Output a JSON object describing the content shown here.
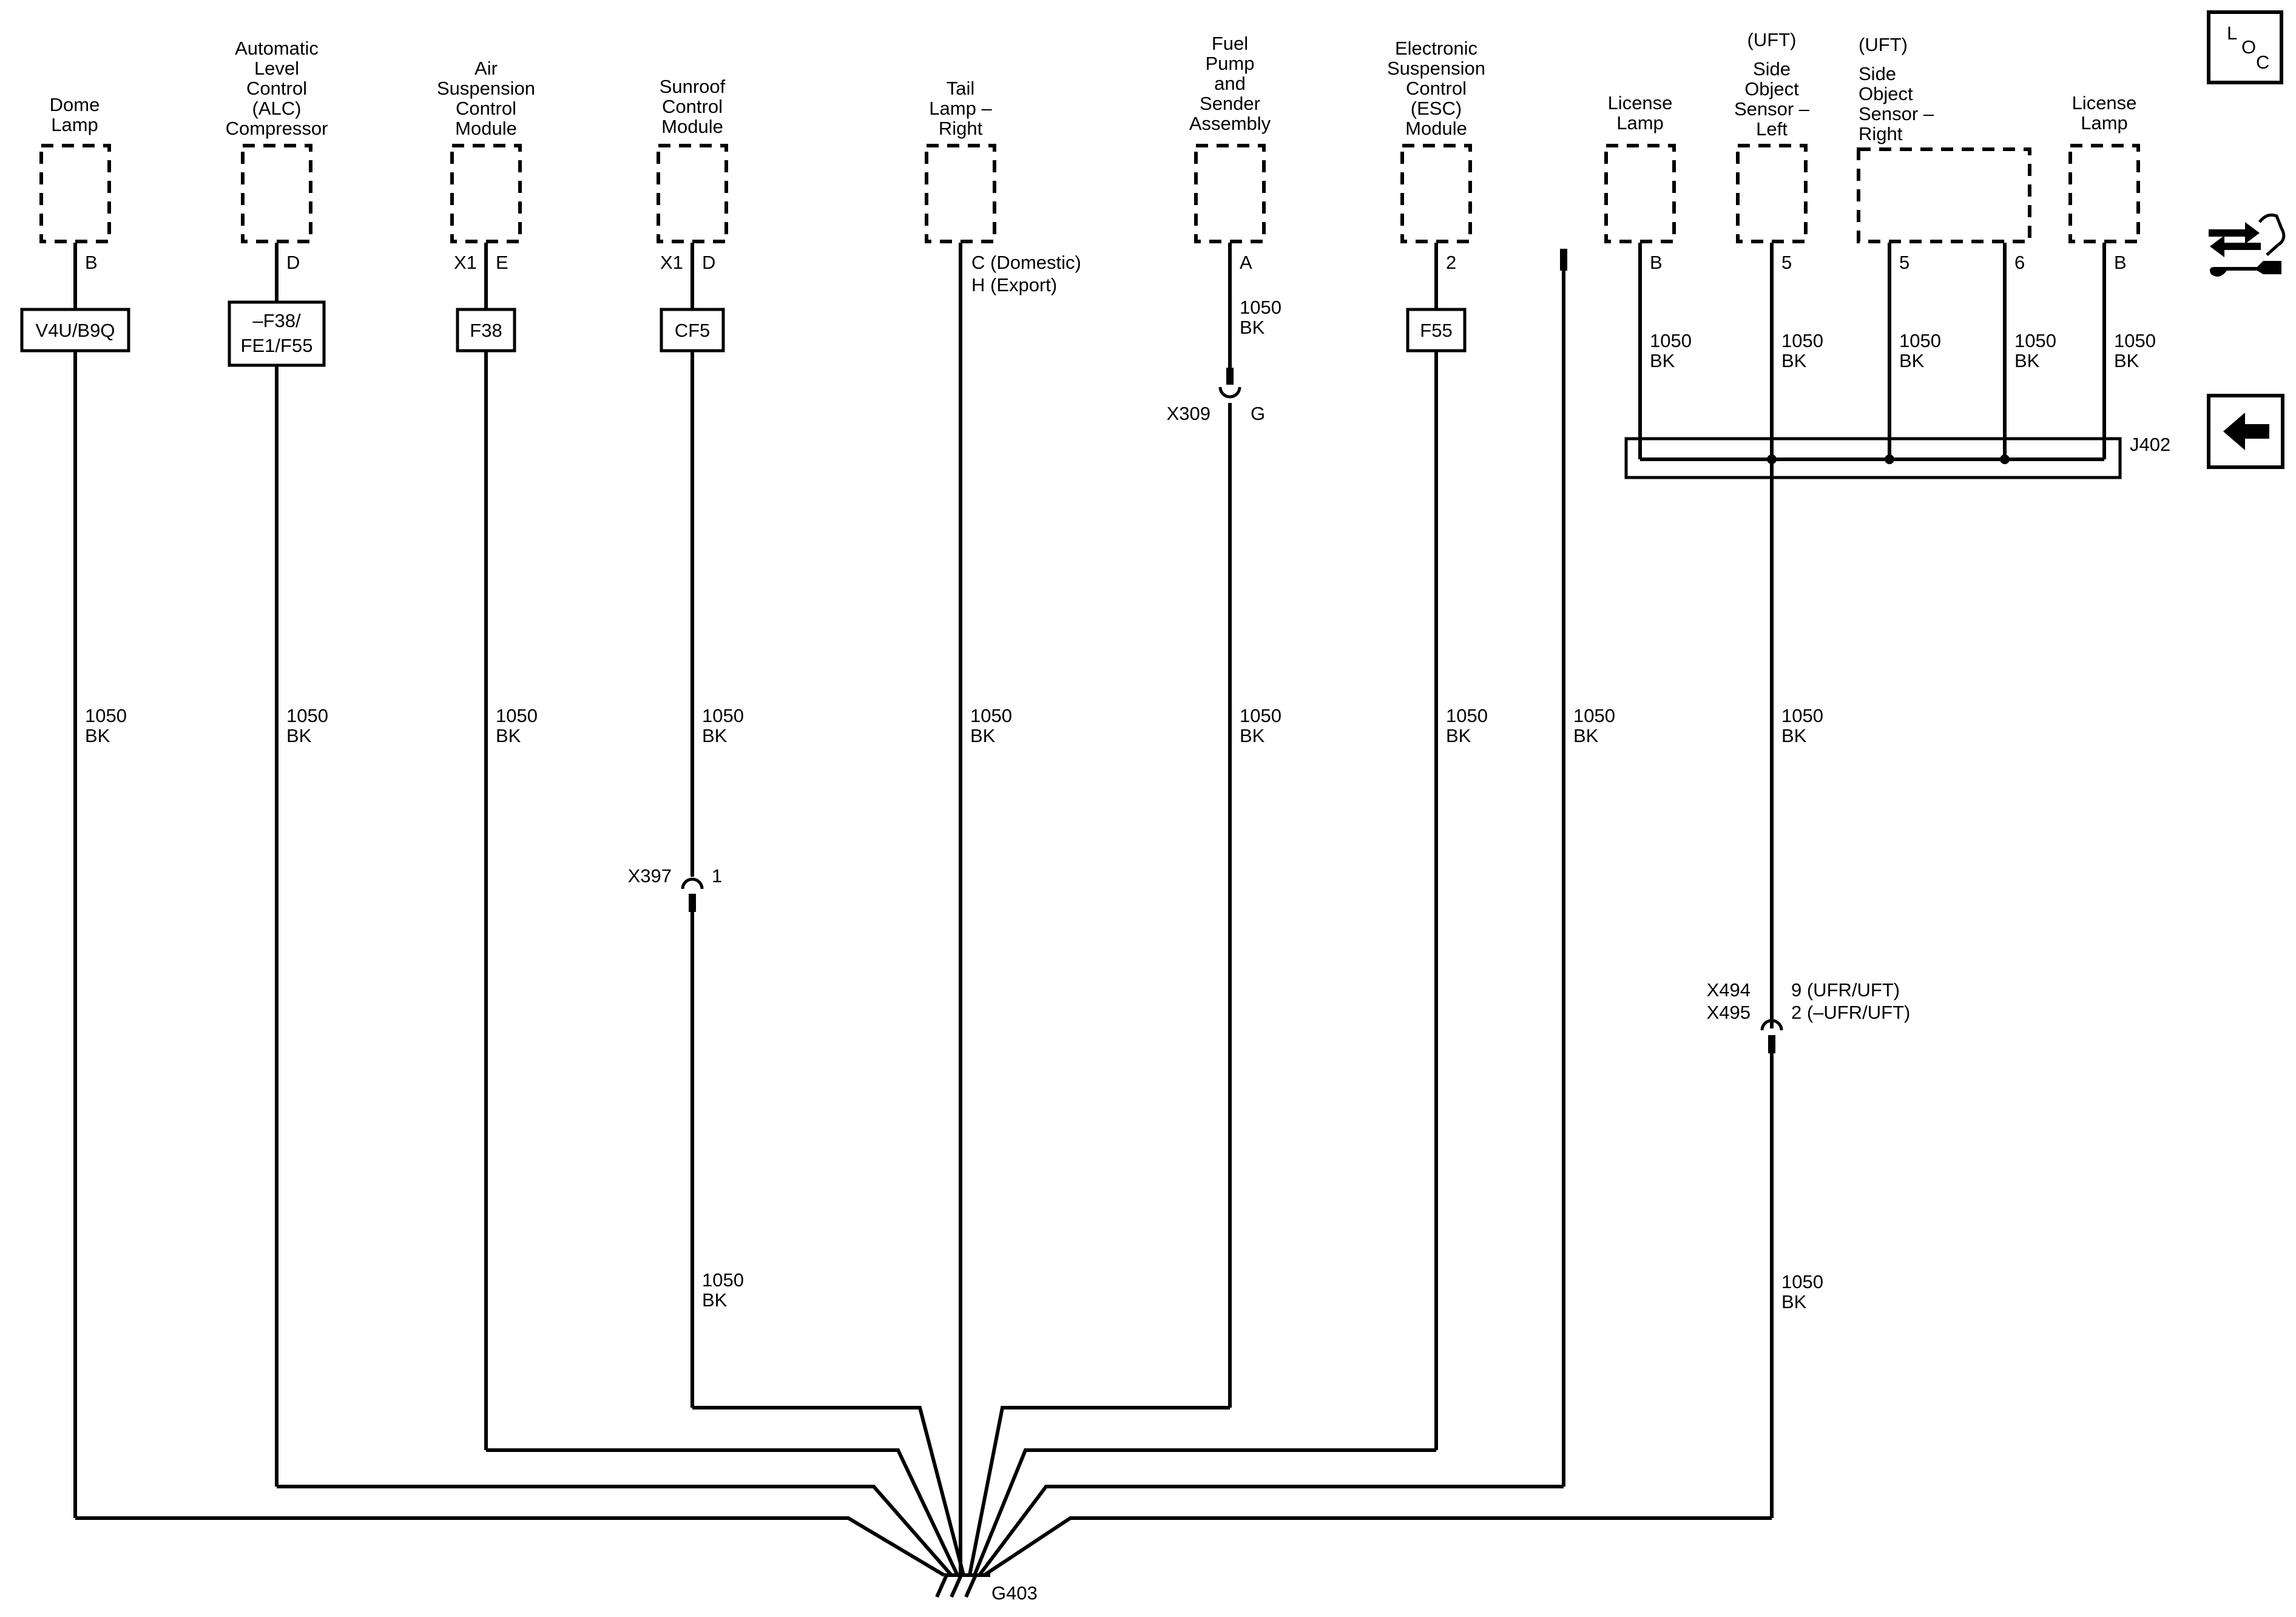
{
  "components": [
    {
      "id": "dome",
      "name": [
        "Dome",
        "Lamp"
      ],
      "pins": [
        "B"
      ],
      "option": "V4U/B9Q"
    },
    {
      "id": "alc",
      "name": [
        "Automatic",
        "Level",
        "Control",
        "(ALC)",
        "Compressor"
      ],
      "pins": [
        "D"
      ],
      "option": [
        "–F38/",
        "FE1/F55"
      ]
    },
    {
      "id": "asm",
      "name": [
        "Air",
        "Suspension",
        "Control",
        "Module"
      ],
      "connector": "X1",
      "pins": [
        "E"
      ],
      "option": "F38"
    },
    {
      "id": "sunroof",
      "name": [
        "Sunroof",
        "Control",
        "Module"
      ],
      "connector": "X1",
      "pins": [
        "D"
      ],
      "option": "CF5"
    },
    {
      "id": "taillamp",
      "name": [
        "Tail",
        "Lamp –",
        "Right"
      ],
      "pins": [
        "C (Domestic)",
        "H (Export)"
      ]
    },
    {
      "id": "fuelpump",
      "name": [
        "Fuel",
        "Pump",
        "and",
        "Sender",
        "Assembly"
      ],
      "pins": [
        "A"
      ]
    },
    {
      "id": "esc",
      "name": [
        "Electronic",
        "Suspension",
        "Control",
        "(ESC)",
        "Module"
      ],
      "pins": [
        "2"
      ],
      "option": "F55"
    },
    {
      "id": "lic_left",
      "name": [
        "License",
        "Lamp"
      ],
      "pins": [
        "B"
      ]
    },
    {
      "id": "sos_left",
      "name": [
        "(UFT)",
        "Side",
        "Object",
        "Sensor –",
        "Left"
      ],
      "pins": [
        "5"
      ]
    },
    {
      "id": "sos_right",
      "name": [
        "(UFT)",
        "Side",
        "Object",
        "Sensor –",
        "Right"
      ],
      "pins": [
        "5",
        "6"
      ]
    },
    {
      "id": "lic_right",
      "name": [
        "License",
        "Lamp"
      ],
      "pins": [
        "B"
      ]
    }
  ],
  "wire": {
    "circuit": "1050",
    "color": "BK"
  },
  "inline_connectors": [
    {
      "name": "X309",
      "pin": "G"
    },
    {
      "name": "X397",
      "pin": "1"
    },
    {
      "names": [
        "X494",
        "X495"
      ],
      "pins": [
        "9 (UFR/UFT)",
        "2 (–UFR/UFT)"
      ]
    }
  ],
  "splice": "J402",
  "ground": "G403",
  "nav": {
    "loc_icon": [
      "L",
      "O",
      "C"
    ],
    "icons": [
      "loc-icon",
      "connector-repair-icon",
      "back-arrow-icon"
    ]
  }
}
